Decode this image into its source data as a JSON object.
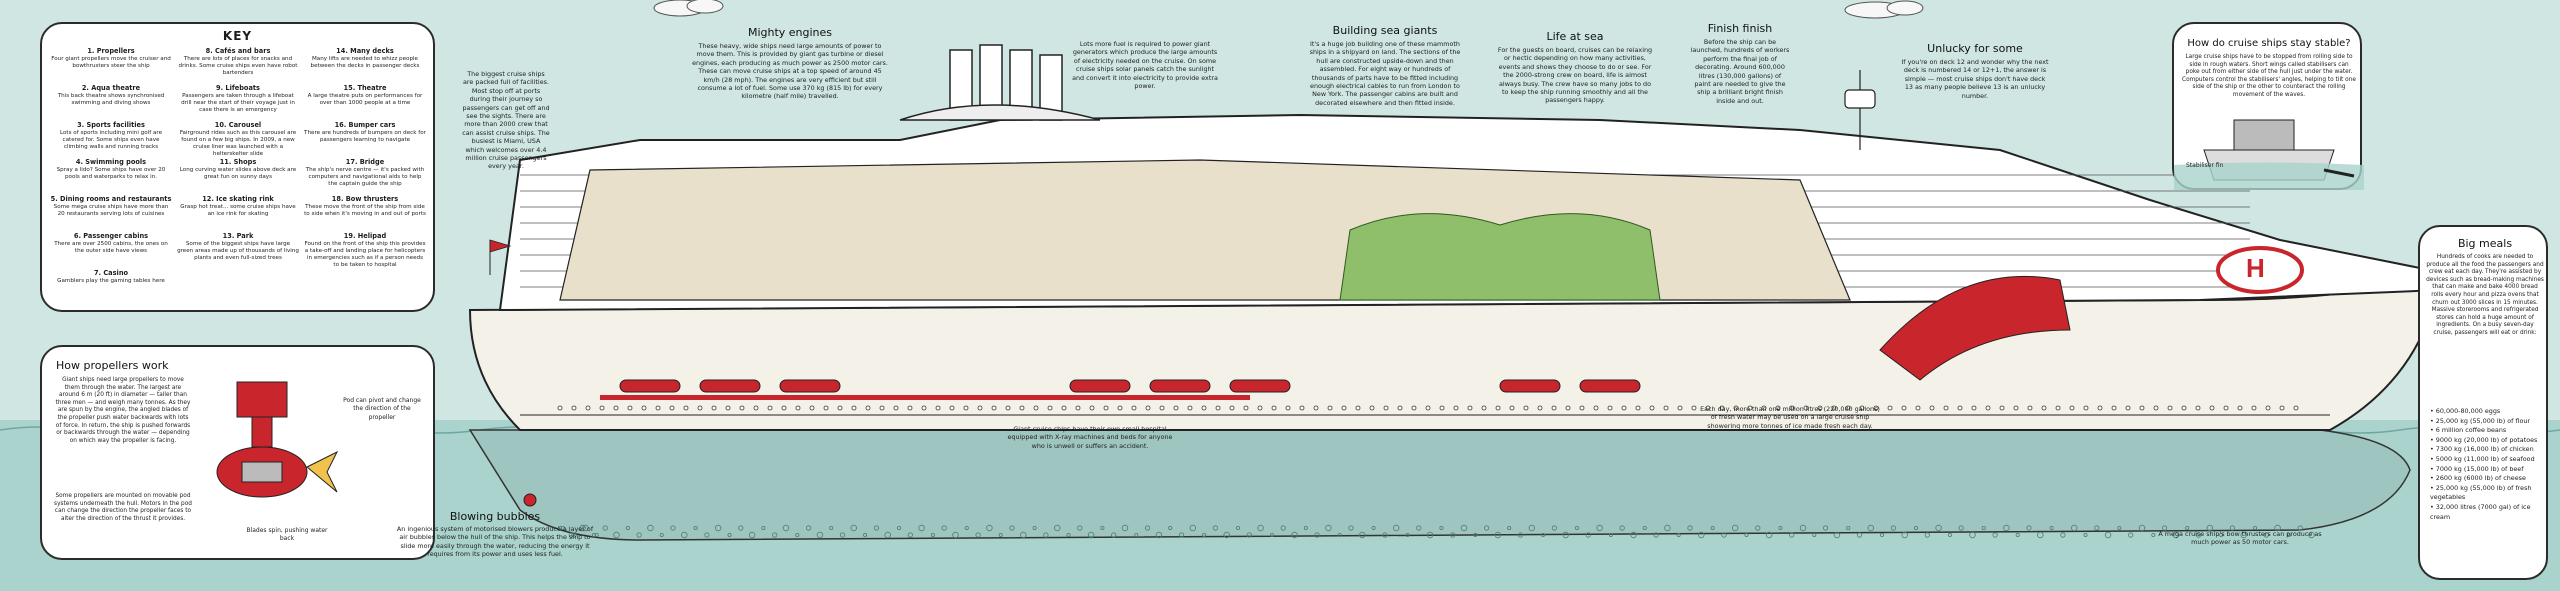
{
  "key": {
    "title": "KEY",
    "items": [
      {
        "title": "1. Propellers",
        "desc": "Four giant propellers move the cruiser and bowthrusters steer the ship"
      },
      {
        "title": "2. Aqua theatre",
        "desc": "This back theatre shows synchronised swimming and diving shows"
      },
      {
        "title": "3. Sports facilities",
        "desc": "Lots of sports including mini golf are catered for. Some ships even have climbing walls and running tracks"
      },
      {
        "title": "4. Swimming pools",
        "desc": "Spray a lido? Some ships have over 20 pools and waterparks to relax in."
      },
      {
        "title": "5. Dining rooms and restaurants",
        "desc": "Some mega cruise ships have more than 20 restaurants serving lots of cuisines"
      },
      {
        "title": "6. Passenger cabins",
        "desc": "There are over 2500 cabins, the ones on the outer side have views"
      },
      {
        "title": "7. Casino",
        "desc": "Gamblers play the gaming tables here"
      },
      {
        "title": "8. Cafés and bars",
        "desc": "There are lots of places for snacks and drinks. Some cruise ships even have robot bartenders"
      },
      {
        "title": "9. Lifeboats",
        "desc": "Passengers are taken through a lifeboat drill near the start of their voyage just in case there is an emergency"
      },
      {
        "title": "10. Carousel",
        "desc": "Fairground rides such as this carousel are found on a few big ships. In 2009, a new cruise liner was launched with a helterskelter slide"
      },
      {
        "title": "11. Shops",
        "desc": "Long curving water slides above deck are great fun on sunny days"
      },
      {
        "title": "12. Ice skating rink",
        "desc": "Grasp hot treat... some cruise ships have an ice rink for skating"
      },
      {
        "title": "13. Park",
        "desc": "Some of the biggest ships have large green areas made up of thousands of living plants and even full-sized trees"
      },
      {
        "title": "14. Many decks",
        "desc": "Many lifts are needed to whizz people between the decks in passenger decks"
      },
      {
        "title": "15. Theatre",
        "desc": "A large theatre puts on performances for over than 1000 people at a time"
      },
      {
        "title": "16. Bumper cars",
        "desc": "There are hundreds of bumpers on deck for passengers learning to navigate"
      },
      {
        "title": "17. Bridge",
        "desc": "The ship's nerve centre — it's packed with computers and navigational aids to help the captain guide the ship"
      },
      {
        "title": "18. Bow thrusters",
        "desc": "These move the front of the ship from side to side when it's moving in and out of ports"
      },
      {
        "title": "19. Helipad",
        "desc": "Found on the front of the ship this provides a take-off and landing place for helicopters in emergencies such as if a person needs to be taken to hospital"
      }
    ]
  },
  "propellers": {
    "title": "How propellers work",
    "body": "Giant ships need large propellers to move them through the water. The largest are around 6 m (20 ft) in diameter — taller than three men — and weigh many tonnes. As they are spun by the engine, the angled blades of the propeller push water backwards with lots of force. In return, the ship is pushed forwards or backwards through the water — depending on which way the propeller is facing.",
    "body2": "Some propellers are mounted on movable pod systems underneath the hull. Motors in the pod can change the direction the propeller faces to alter the direction of the thrust it provides.",
    "label_pod": "Pod can pivot and change the direction of the propeller",
    "label_blades": "Blades spin, pushing water back"
  },
  "engines": {
    "title": "Mighty engines",
    "body": "These heavy, wide ships need large amounts of power to move them. This is provided by giant gas turbine or diesel engines, each producing as much power as 2500 motor cars. These can move cruise ships at a top speed of around 45 km/h (28 mph). The engines are very efficient but still consume a lot of fuel. Some use 370 kg (815 lb) for every kilometre (half mile) travelled."
  },
  "biggest": {
    "body": "The biggest cruise ships are packed full of facilities. Most stop off at ports during their journey so passengers can get off and see the sights. There are more than 2000 crew that can assist cruise ships. The busiest is Miami, USA which welcomes over 4.4 million cruise passengers every year."
  },
  "fuel": {
    "body": "Lots more fuel is required to power giant generators which produce the large amounts of electricity needed on the cruise. On some cruise ships solar panels catch the sunlight and convert it into electricity to provide extra power."
  },
  "building": {
    "title": "Building sea giants",
    "body": "It's a huge job building one of these mammoth ships in a shipyard on land. The sections of the hull are constructed upside-down and then assembled. For eight way or hundreds of thousands of parts have to be fitted including enough electrical cables to run from London to New York. The passenger cabins are built and decorated elsewhere and then fitted inside."
  },
  "life": {
    "title": "Life at sea",
    "body": "For the guests on board, cruises can be relaxing or hectic depending on how many activities, events and shows they choose to do or see. For the 2000-strong crew on board, life is almost always busy. The crew have so many jobs to do to keep the ship running smoothly and all the passengers happy."
  },
  "finish": {
    "title": "Finish finish",
    "body": "Before the ship can be launched, hundreds of workers perform the final job of decorating. Around 600,000 litres (130,000 gallons) of paint are needed to give the ship a brilliant bright finish inside and out."
  },
  "unlucky": {
    "title": "Unlucky for some",
    "body": "If you're on deck 12 and wonder why the next deck is numbered 14 or 12+1, the answer is simple — most cruise ships don't have deck 13 as many people believe 13 is an unlucky number."
  },
  "stable": {
    "title": "How do cruise ships stay stable?",
    "body": "Large cruise ships have to be stopped from rolling side to side in rough waters. Short wings called stabilisers can poke out from either side of the hull just under the water. Computers control the stabilisers' angles, helping to tilt one side of the ship or the other to counteract the rolling movement of the waves.",
    "label": "Stabiliser fin"
  },
  "meals": {
    "title": "Big meals",
    "body": "Hundreds of cooks are needed to produce all the food the passengers and crew eat each day. They're assisted by devices such as bread-making machines that can make and bake 4000 bread rolls every hour and pizza ovens that churn out 3000 slices in 15 minutes. Massive storerooms and refrigerated stores can hold a huge amount of ingredients. On a busy seven-day cruise, passengers will eat or drink:",
    "list": [
      "• 60,000-80,000 eggs",
      "• 25,000 kg (55,000 lb) of flour",
      "• 6 million coffee beans",
      "• 9000 kg (20,000 lb) of potatoes",
      "• 7300 kg (16,000 lb) of chicken",
      "• 5000 kg (11,000 lb) of seafood",
      "• 7000 kg (15,000 lb) of beef",
      "• 2600 kg (6000 lb) of cheese",
      "• 25,000 kg (55,000 lb) of fresh vegetables",
      "• 32,000 litres (7000 gal) of ice cream"
    ]
  },
  "bubbles": {
    "title": "Blowing bubbles",
    "body": "An ingenious system of motorised blowers produce a layer of air bubbles below the hull of the ship. This helps the ship to slide more easily through the water, reducing the energy it requires from its power and uses less fuel."
  },
  "hospital": {
    "body": "Giant cruise ships have their own small hospital equipped with X-ray machines and beds for anyone who is unwell or suffers an accident."
  },
  "water": {
    "body": "Each day, more than one million litres (220,000 gallons) of fresh water may be used on a large cruise ship showering more tonnes of ice made fresh each day."
  },
  "thrusters": {
    "body": "A mega cruise ship's bow thrusters can produce as much power as 50 motor cars."
  },
  "ship": {
    "helipad_letter": "H"
  },
  "colors": {
    "hull": "#f4f1e8",
    "accent_red": "#c8262c",
    "sea": "#a9d3cc",
    "sky": "#cfe6e2",
    "outline": "#222222"
  }
}
